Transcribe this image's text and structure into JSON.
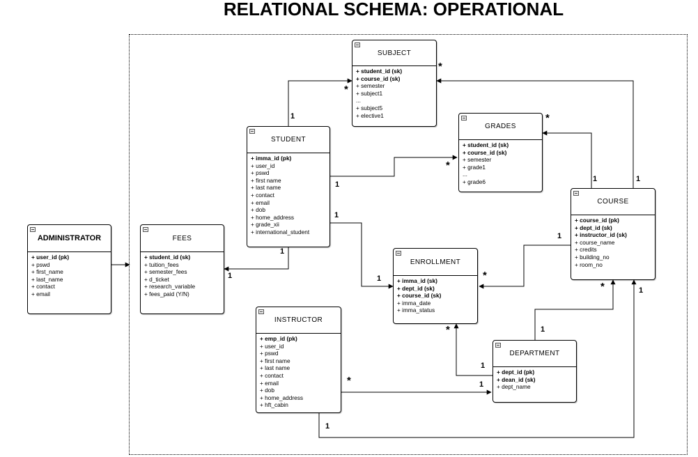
{
  "title": "RELATIONAL SCHEMA: OPERATIONAL",
  "entities": {
    "subject": {
      "name": "SUBJECT",
      "keys": [
        "+ student_id (sk)",
        "+ course_id (sk)"
      ],
      "fields": [
        "+ semester",
        "+ subject1",
        "...",
        "+ subject5",
        "+ elective1"
      ]
    },
    "grades": {
      "name": "GRADES",
      "keys": [
        "+ student_id (sk)",
        "+ course_id (sk)"
      ],
      "fields": [
        "+ semester",
        "+ grade1",
        "...",
        "+ grade6"
      ]
    },
    "student": {
      "name": "STUDENT",
      "keys": [
        "+ imma_id (pk)"
      ],
      "fields": [
        "+ user_id",
        "+ pswd",
        "+ first name",
        "+ last name",
        "+ contact",
        "+ email",
        "+ dob",
        "+ home_address",
        "+ grade_xii",
        "+ international_student"
      ]
    },
    "course": {
      "name": "COURSE",
      "keys": [
        "+ course_id (pk)",
        "+ dept_id (sk)",
        "+ instructor_id (sk)"
      ],
      "fields": [
        "+ course_name",
        "+ credits",
        "+ building_no",
        "+ room_no"
      ]
    },
    "administrator": {
      "name": "ADMINISTRATOR",
      "keys": [
        "+ user_id (pk)"
      ],
      "fields": [
        "+ pswd",
        "+ first_name",
        "+ last_name",
        "+ contact",
        "+ email"
      ]
    },
    "fees": {
      "name": "FEES",
      "keys": [
        "+ student_id (sk)"
      ],
      "fields": [
        "+ tuition_fees",
        "+ semester_fees",
        "+ d_ticket",
        "+ research_variable",
        "+ fees_paid (Y/N)"
      ]
    },
    "enrollment": {
      "name": "ENROLLMENT",
      "keys": [
        "+ imma_id (sk)",
        "+ dept_id (sk)",
        "+ course_id (sk)"
      ],
      "fields": [
        "+ imma_date",
        "+ imma_status"
      ]
    },
    "instructor": {
      "name": "INSTRUCTOR",
      "keys": [
        "+ emp_id (pk)"
      ],
      "fields": [
        "+ user_id",
        "+ pswd",
        "+ first name",
        "+ last name",
        "+ contact",
        "+ email",
        "+ dob",
        "+ home_address",
        "+ hft_cabin"
      ]
    },
    "department": {
      "name": "DEPARTMENT",
      "keys": [
        "+ dept_id (pk)",
        "+ dean_id (sk)"
      ],
      "fields": [
        "+ dept_name"
      ]
    }
  },
  "multiplicity": {
    "one": "1",
    "many": "*"
  }
}
